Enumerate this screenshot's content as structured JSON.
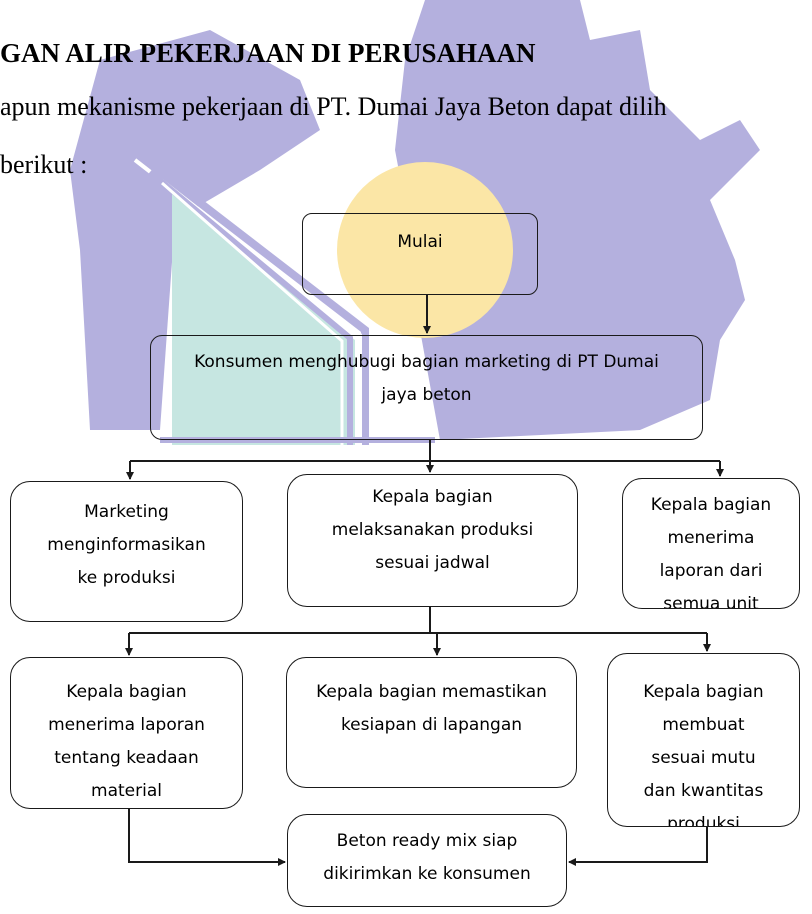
{
  "heading": "GAN ALIR PEKERJAAN DI PERUSAHAAN",
  "paragraph": {
    "line1": "apun mekanisme pekerjaan di PT. Dumai Jaya Beton dapat dilih",
    "line2": "berikut :"
  },
  "flowchart": {
    "start": "Mulai",
    "step1": "Konsumen menghubugi bagian marketing di PT Dumai\njaya beton",
    "level2": {
      "left": "Marketing\nmenginformasikan\nke produksi",
      "center": "Kepala bagian\nmelaksanakan produksi\nsesuai jadwal",
      "right": "Kepala bagian\nmenerima\nlaporan dari\nsemua unit"
    },
    "level3": {
      "left": "Kepala bagian\nmenerima laporan\ntentang keadaan\nmaterial",
      "center": "Kepala bagian  memastikan\nkesiapan di lapangan",
      "right": "Kepala bagian\nmembuat\nsesuai mutu\ndan kwantitas\nproduksi"
    },
    "end": "Beton ready mix siap\ndikirimkan ke konsumen"
  },
  "colors": {
    "watermark_purple": "#b4b0de",
    "watermark_sun": "#fbe6a6",
    "watermark_teal": "#c6e6e1",
    "stroke": "#1a1a1a"
  }
}
